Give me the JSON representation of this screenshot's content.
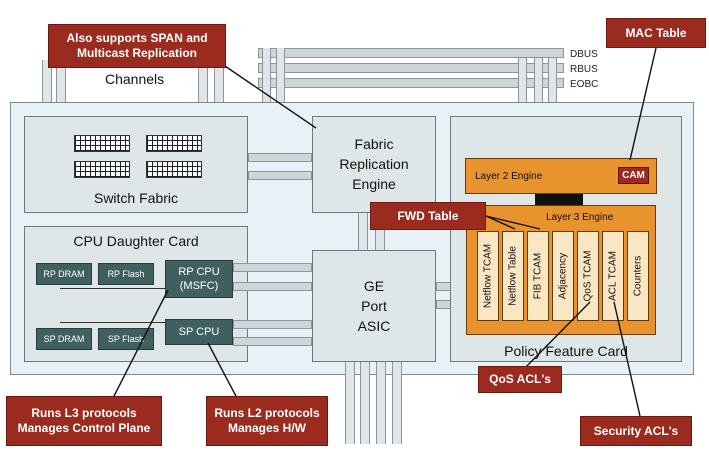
{
  "buses": {
    "dbus": "DBUS",
    "rbus": "RBUS",
    "eobc": "EOBC"
  },
  "channels_label": "Channels",
  "switch_fabric": {
    "label": "Switch Fabric"
  },
  "fabric_replication": {
    "label": "Fabric\nReplication\nEngine"
  },
  "cpu_card": {
    "label": "CPU Daughter Card",
    "rp_dram": "RP DRAM",
    "rp_flash": "RP Flash",
    "rp_cpu": "RP CPU\n(MSFC)",
    "sp_dram": "SP DRAM",
    "sp_flash": "SP Flash",
    "sp_cpu": "SP CPU"
  },
  "ge_port_asic": {
    "label": "GE\nPort\nASIC"
  },
  "pfc": {
    "label": "Policy Feature Card",
    "layer2": "Layer 2 Engine",
    "cam": "CAM",
    "layer3": "Layer 3 Engine",
    "tables": [
      "Netflow TCAM",
      "Netflow Table",
      "FIB TCAM",
      "Adjacency",
      "QoS TCAM",
      "ACL TCAM",
      "Counters"
    ]
  },
  "callouts": {
    "span": "Also supports SPAN and\nMulticast Replication",
    "mac": "MAC Table",
    "fwd": "FWD Table",
    "qos": "QoS ACL's",
    "security": "Security ACL's",
    "l3": "Runs L3 protocols\nManages Control Plane",
    "l2": "Runs L2 protocols\nManages H/W"
  },
  "colors": {
    "callout": "#9b2b1f",
    "pfc_orange": "#e9932f",
    "chip": "#3f5f60"
  }
}
